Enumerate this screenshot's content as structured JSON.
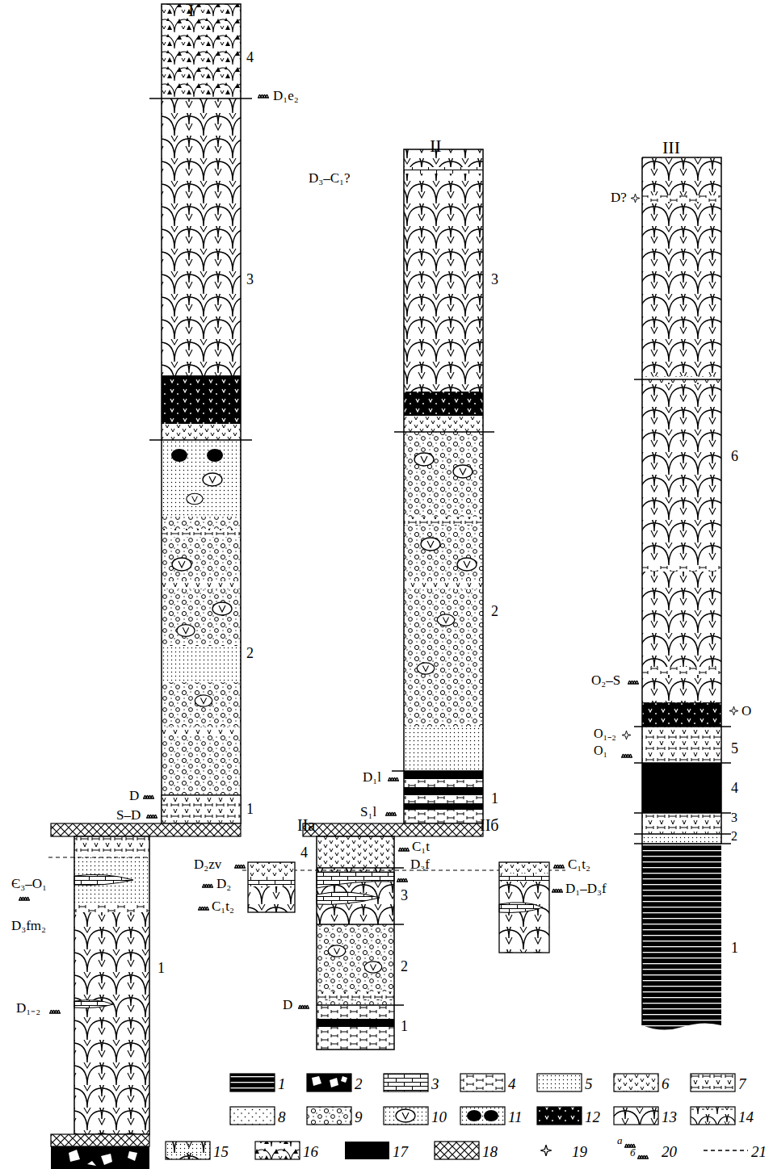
{
  "diagram": {
    "labels": [
      "I",
      "II",
      "III",
      "IIa",
      "IIб",
      "4",
      "3",
      "2",
      "1",
      "3",
      "2",
      "1",
      "6",
      "5",
      "4",
      "3",
      "2",
      "1",
      "1",
      "4",
      "3",
      "2",
      "1",
      "D₁e₂",
      "D₃–C₁?",
      "D?",
      "O₂–S",
      "O",
      "O₁₋₂",
      "O₁",
      "D",
      "S–D",
      "D₁l",
      "S₁l",
      "D₂",
      "Є₃–O₁",
      "C₁t₂",
      "D₃fm₂",
      "D₁₋₂",
      "D₂zv",
      "C₁t",
      "D₃f",
      "C₁t₂",
      "D₁–D₃f",
      "D",
      "a",
      "б"
    ],
    "legend": [
      {
        "text": "1"
      },
      {
        "text": "2"
      },
      {
        "text": "3"
      },
      {
        "text": "4"
      },
      {
        "text": "5"
      },
      {
        "text": "6"
      },
      {
        "text": "7"
      },
      {
        "text": "8"
      },
      {
        "text": "9"
      },
      {
        "text": "10"
      },
      {
        "text": "11"
      },
      {
        "text": "12"
      },
      {
        "text": "13"
      },
      {
        "text": "14"
      },
      {
        "text": "15"
      },
      {
        "text": "16"
      },
      {
        "text": "17",
        "color": "#000000"
      },
      {
        "text": "18"
      },
      {
        "text": "19"
      },
      {
        "text": "20"
      },
      {
        "text": "21"
      }
    ]
  }
}
